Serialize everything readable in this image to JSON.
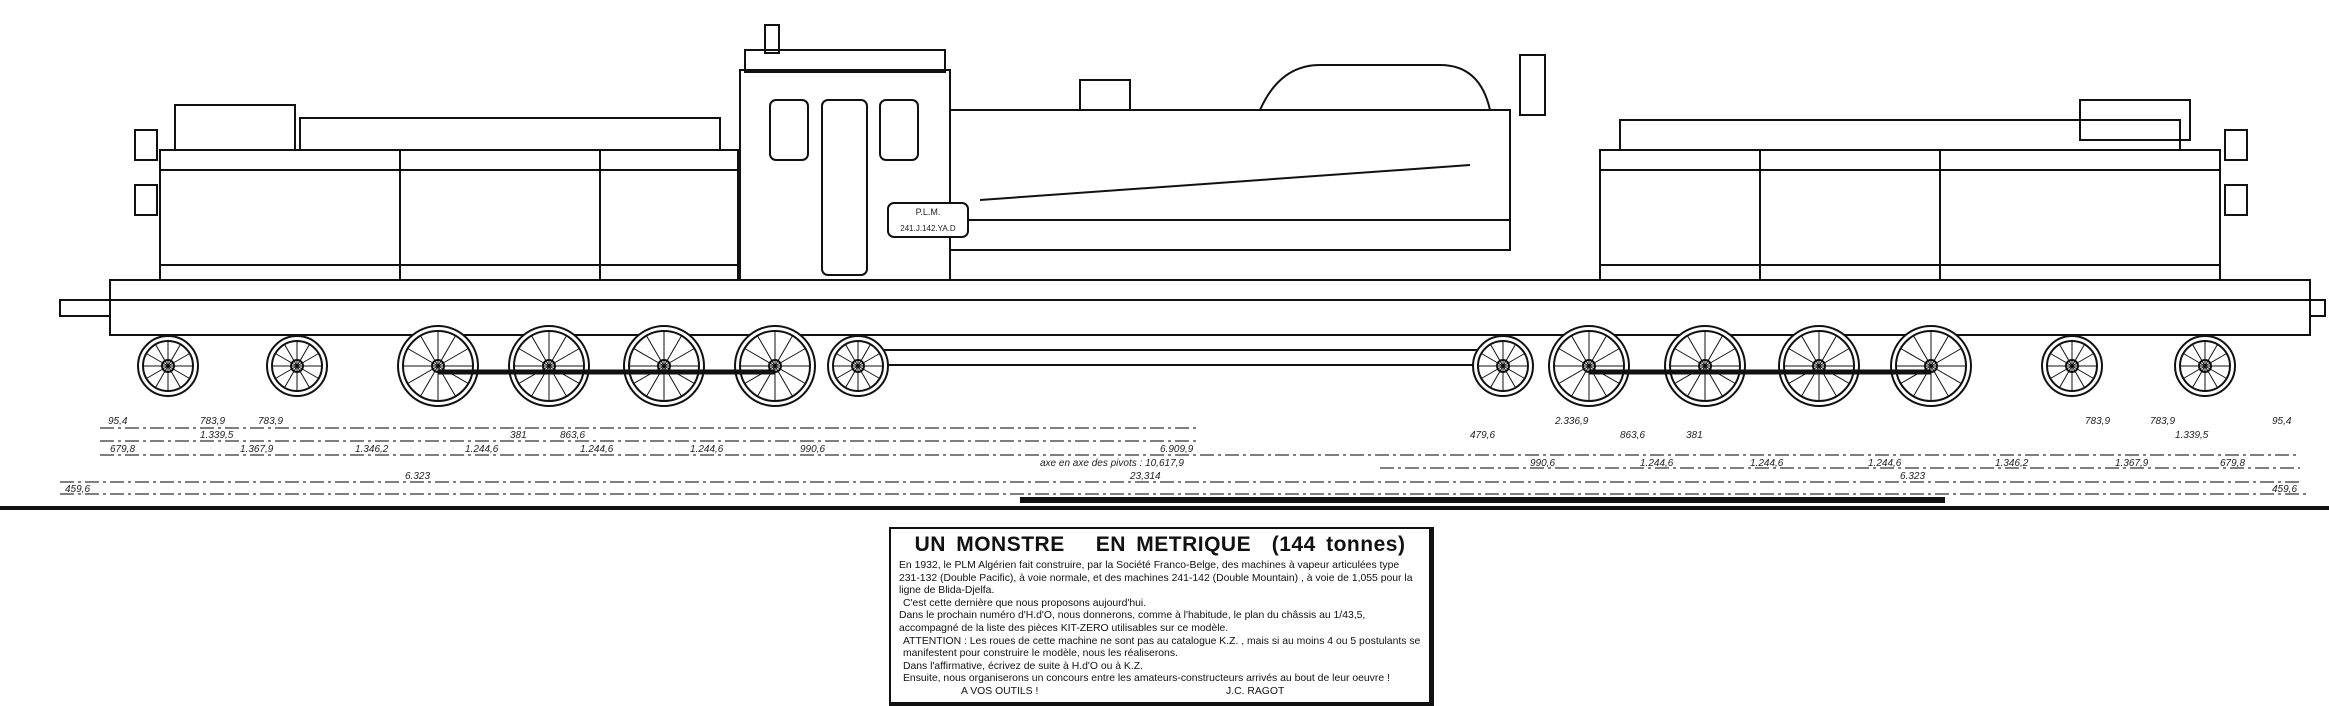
{
  "plate": {
    "line1": "P.L.M.",
    "line2": "241.J.142.YA.D"
  },
  "dimensions": {
    "left": [
      "95,4",
      "783,9",
      "783,9",
      "1.339,5",
      "679,8",
      "1.367,9",
      "1.346,2",
      "1.244,6",
      "6.323",
      "459,6"
    ],
    "middle": [
      "381",
      "863,6",
      "1.244,6",
      "1.244,6",
      "990,6",
      "6.909,9",
      "axe en axe des pivots : 10,617,9",
      "23,314"
    ],
    "right": [
      "2.336,9",
      "479,6",
      "863,6",
      "381",
      "990,6",
      "1.244,6",
      "1.244,6",
      "1.244,6",
      "1.346,2",
      "1.367,9",
      "679,8",
      "783,9",
      "783,9",
      "1.339,5",
      "95,4",
      "6.323",
      "459,6"
    ]
  },
  "article": {
    "title": "UN MONSTRE   EN METRIQUE  (144 tonnes)",
    "paragraphs": [
      "En 1932, le PLM Algérien fait construire, par la Société Franco-Belge, des machines  à vapeur articulées type 231-132 (Double Pacific), à voie normale, et des machines 241-142 (Double Mountain) , à voie de  1,055 pour la ligne de Blida-Djelfa.",
      " C'est cette dernière que nous proposons aujourd'hui.",
      "Dans le prochain numéro d'H.d'O, nous donnerons, comme à l'habitude, le plan du châssis au 1/43,5, accompagné de la liste des pièces KIT-ZERO utilisables sur ce modèle.",
      " ATTENTION : Les roues de cette machine ne sont pas au catalogue K.Z. , mais si au moins 4 ou 5 postulants se manifestent pour construire le modèle, nous les réaliserons.",
      " Dans l'affirmative, écrivez de suite à H.d'O ou à K.Z.",
      " Ensuite, nous organiserons un concours entre les amateurs-constructeurs arrivés au bout de leur oeuvre !"
    ],
    "closing": "A VOS OUTILS  !",
    "signature": "J.C. RAGOT"
  }
}
